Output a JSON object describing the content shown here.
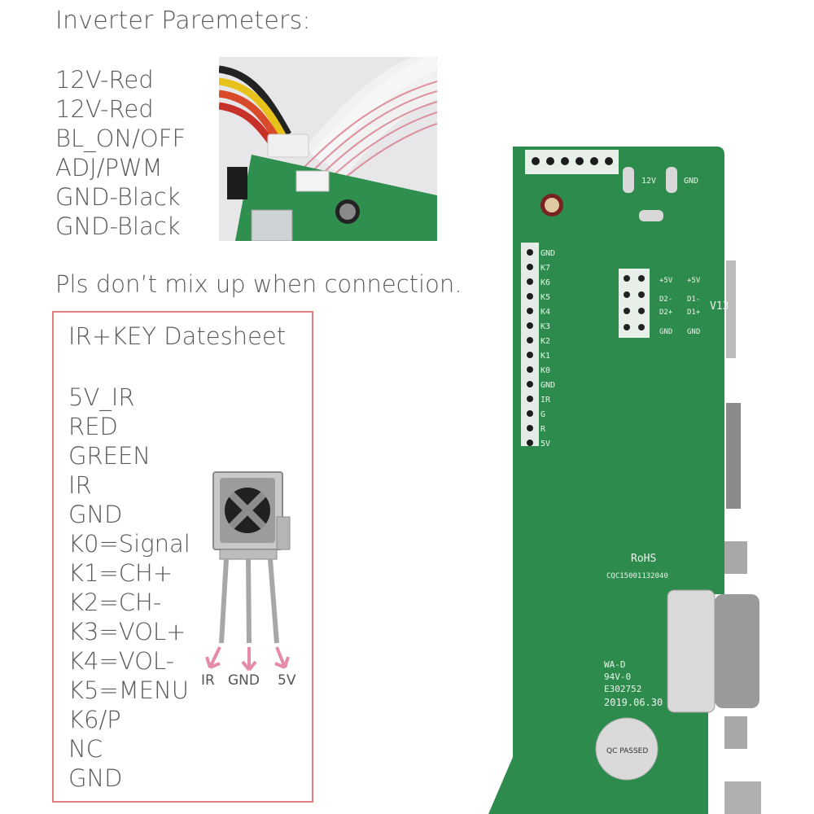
{
  "inverter": {
    "title": "Inverter Paremeters:",
    "pins": [
      "12V-Red",
      "12V-Red",
      "BL_ON/OFF",
      "ADJ/PWM",
      "GND-Black",
      "GND-Black"
    ],
    "note": "Pls don’t mix up when connection."
  },
  "ir_key": {
    "title": "IR+KEY Datesheet",
    "pins": [
      "5V_IR",
      "RED",
      "GREEN",
      "IR",
      "GND",
      "K0=Signal",
      "K1=CH+",
      "K2=CH-",
      "K3=VOL+",
      "K4=VOL-",
      "K5=MENU",
      "K6/P",
      "NC",
      "GND"
    ],
    "sensor_pins": [
      "IR",
      "GND",
      "5V"
    ]
  },
  "board": {
    "header_labels": [
      "GND",
      "K7",
      "K6",
      "K5",
      "K4",
      "K3",
      "K2",
      "K1",
      "K0",
      "GND",
      "IR",
      "G",
      "R",
      "5V"
    ],
    "power_labels": [
      "12V",
      "GND"
    ],
    "lvds_labels": [
      "+5V",
      "+5V",
      "D2-",
      "D1-",
      "D2+",
      "D1+",
      "GND",
      "GND"
    ],
    "model": "V13",
    "rohs": "RoHS",
    "cert": "CQC15001132040",
    "maker": "WA-D",
    "rating": "94V-0",
    "code": "E302752",
    "date": "2019.06.30",
    "qc": "QC PASSED"
  },
  "colors": {
    "text": "#5a5a5a",
    "box_border": "#e07d7d",
    "pcb_green": "#2e8b4e",
    "arrow_pink": "#e58aa9"
  }
}
